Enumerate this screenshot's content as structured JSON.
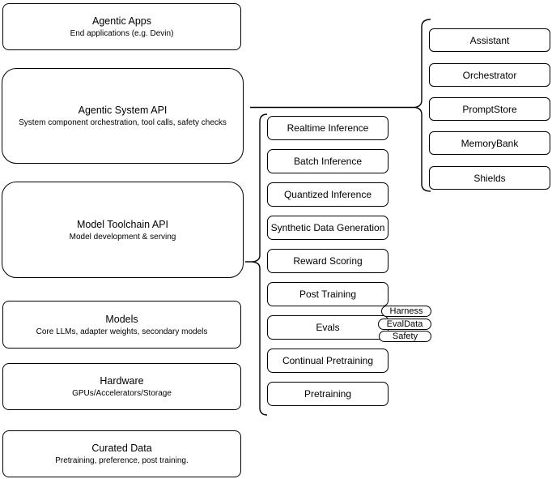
{
  "diagram": {
    "layers": [
      {
        "title": "Agentic Apps",
        "subtitle": "End applications (e.g. Devin)"
      },
      {
        "title": "Agentic System API",
        "subtitle": "System component orchestration, tool calls, safety checks"
      },
      {
        "title": "Model Toolchain API",
        "subtitle": "Model development & serving"
      },
      {
        "title": "Models",
        "subtitle": "Core LLMs, adapter weights, secondary models"
      },
      {
        "title": "Hardware",
        "subtitle": "GPUs/Accelerators/Storage"
      },
      {
        "title": "Curated Data",
        "subtitle": "Pretraining, preference, post training."
      }
    ],
    "toolchain_components": [
      "Realtime Inference",
      "Batch Inference",
      "Quantized Inference",
      "Synthetic Data Generation",
      "Reward Scoring",
      "Post Training",
      "Evals",
      "Continual Pretraining",
      "Pretraining"
    ],
    "eval_tags": [
      "Harness",
      "EvalData",
      "Safety"
    ],
    "system_components": [
      "Assistant",
      "Orchestrator",
      "PromptStore",
      "MemoryBank",
      "Shields"
    ],
    "colors": {
      "stroke": "#000000",
      "fill": "#ffffff",
      "text": "#000000"
    }
  }
}
